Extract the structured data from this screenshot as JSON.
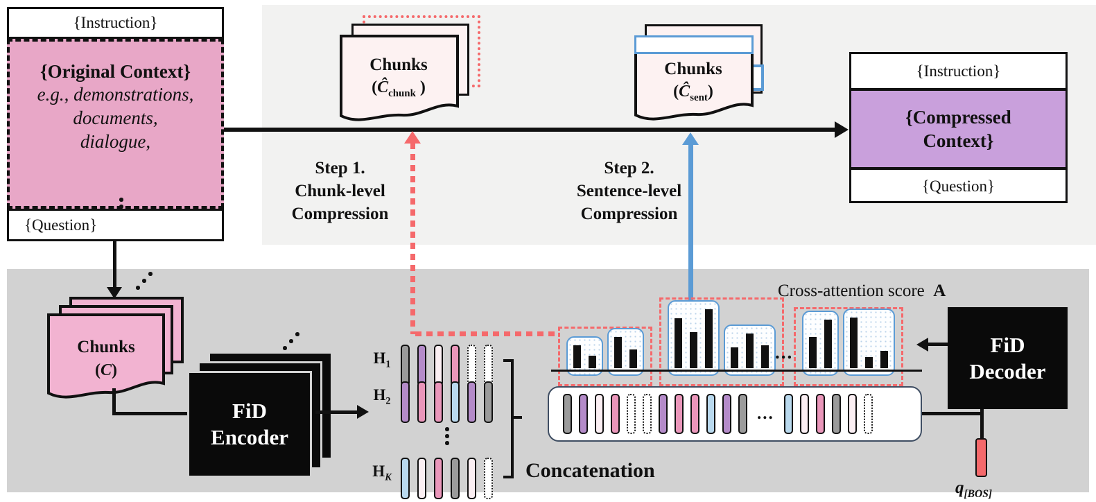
{
  "colors": {
    "top_panel": "#f2f2f1",
    "bottom_panel": "#d2d2d2",
    "context_pink": "#e8a7c7",
    "page_pink": "#f2b3d1",
    "doc_cream": "#fdf2f2",
    "compressed_purple": "#c9a0dc",
    "accent_red": "#f5696b",
    "accent_blue": "#5b9bd5",
    "token_gray": "#9b9b9b",
    "token_purple": "#b48bc9",
    "token_pink": "#ea96ba",
    "token_blush": "#fbeff3",
    "token_blue": "#b9d9ee"
  },
  "left_stack": {
    "instruction": "{Instruction}",
    "original_title": "{Original Context}",
    "examples": [
      "e.g., demonstrations,",
      "documents,",
      "dialogue,"
    ],
    "question": "{Question}"
  },
  "chunk_doc": {
    "title": "Chunks",
    "formula": {
      "open": "(",
      "sym": "Ĉ",
      "sub": "chunk",
      "close": " )"
    }
  },
  "sent_doc": {
    "title": "Chunks",
    "formula": {
      "open": "(",
      "sym": "Ĉ",
      "sub": "sent",
      "close": ")"
    }
  },
  "pink_doc": {
    "title": "Chunks",
    "formula": {
      "open": "(",
      "sym": "C",
      "close": ")"
    }
  },
  "steps": {
    "step1": [
      "Step 1.",
      "Chunk-level",
      "Compression"
    ],
    "step2": [
      "Step 2.",
      "Sentence-level",
      "Compression"
    ]
  },
  "compressed_box": {
    "instruction": "{Instruction}",
    "title_line1": "{Compressed",
    "title_line2": "Context}",
    "question": "{Question}"
  },
  "encoder": {
    "line1": "FiD",
    "line2": "Encoder"
  },
  "decoder": {
    "line1": "FiD",
    "line2": "Decoder"
  },
  "encoder_outputs": {
    "rows": [
      {
        "label": "H",
        "sub": "1",
        "bars": [
          "gray",
          "purple",
          "blush",
          "pink",
          "dotted",
          "dotted"
        ]
      },
      {
        "label": "H",
        "sub": "2",
        "bars": [
          "purple",
          "pink",
          "pink",
          "blue",
          "purple",
          "gray"
        ]
      },
      {
        "label": "H",
        "sub": "K",
        "bars": [
          "blue",
          "blush",
          "pink",
          "gray",
          "blush",
          "dotted"
        ]
      }
    ]
  },
  "concatenation_label": "Concatenation",
  "attention": {
    "label": "Cross-attention score",
    "label_bold": "A",
    "ellipsis": "...",
    "groups": [
      {
        "boxes": [
          {
            "bars": [
              33,
              18
            ]
          },
          {
            "bars": [
              45,
              27
            ]
          }
        ]
      },
      {
        "boxes": [
          {
            "bars": [
              72,
              52,
              85
            ]
          },
          {
            "bars": [
              30,
              50,
              33
            ]
          }
        ]
      },
      {
        "boxes": [
          {
            "bars": [
              45,
              70
            ]
          },
          {
            "bars": [
              73,
              16,
              25
            ]
          }
        ]
      }
    ]
  },
  "sequence": {
    "left_bars": [
      "gray",
      "purple",
      "blush",
      "pink",
      "dotted",
      "dotted",
      "purple",
      "pink",
      "pink",
      "blue",
      "purple",
      "gray"
    ],
    "ellipsis": "...",
    "right_bars": [
      "blue",
      "blush",
      "pink",
      "gray",
      "blush",
      "dotted"
    ]
  },
  "q_label": {
    "sym": "q",
    "sub": "[BOS]"
  }
}
